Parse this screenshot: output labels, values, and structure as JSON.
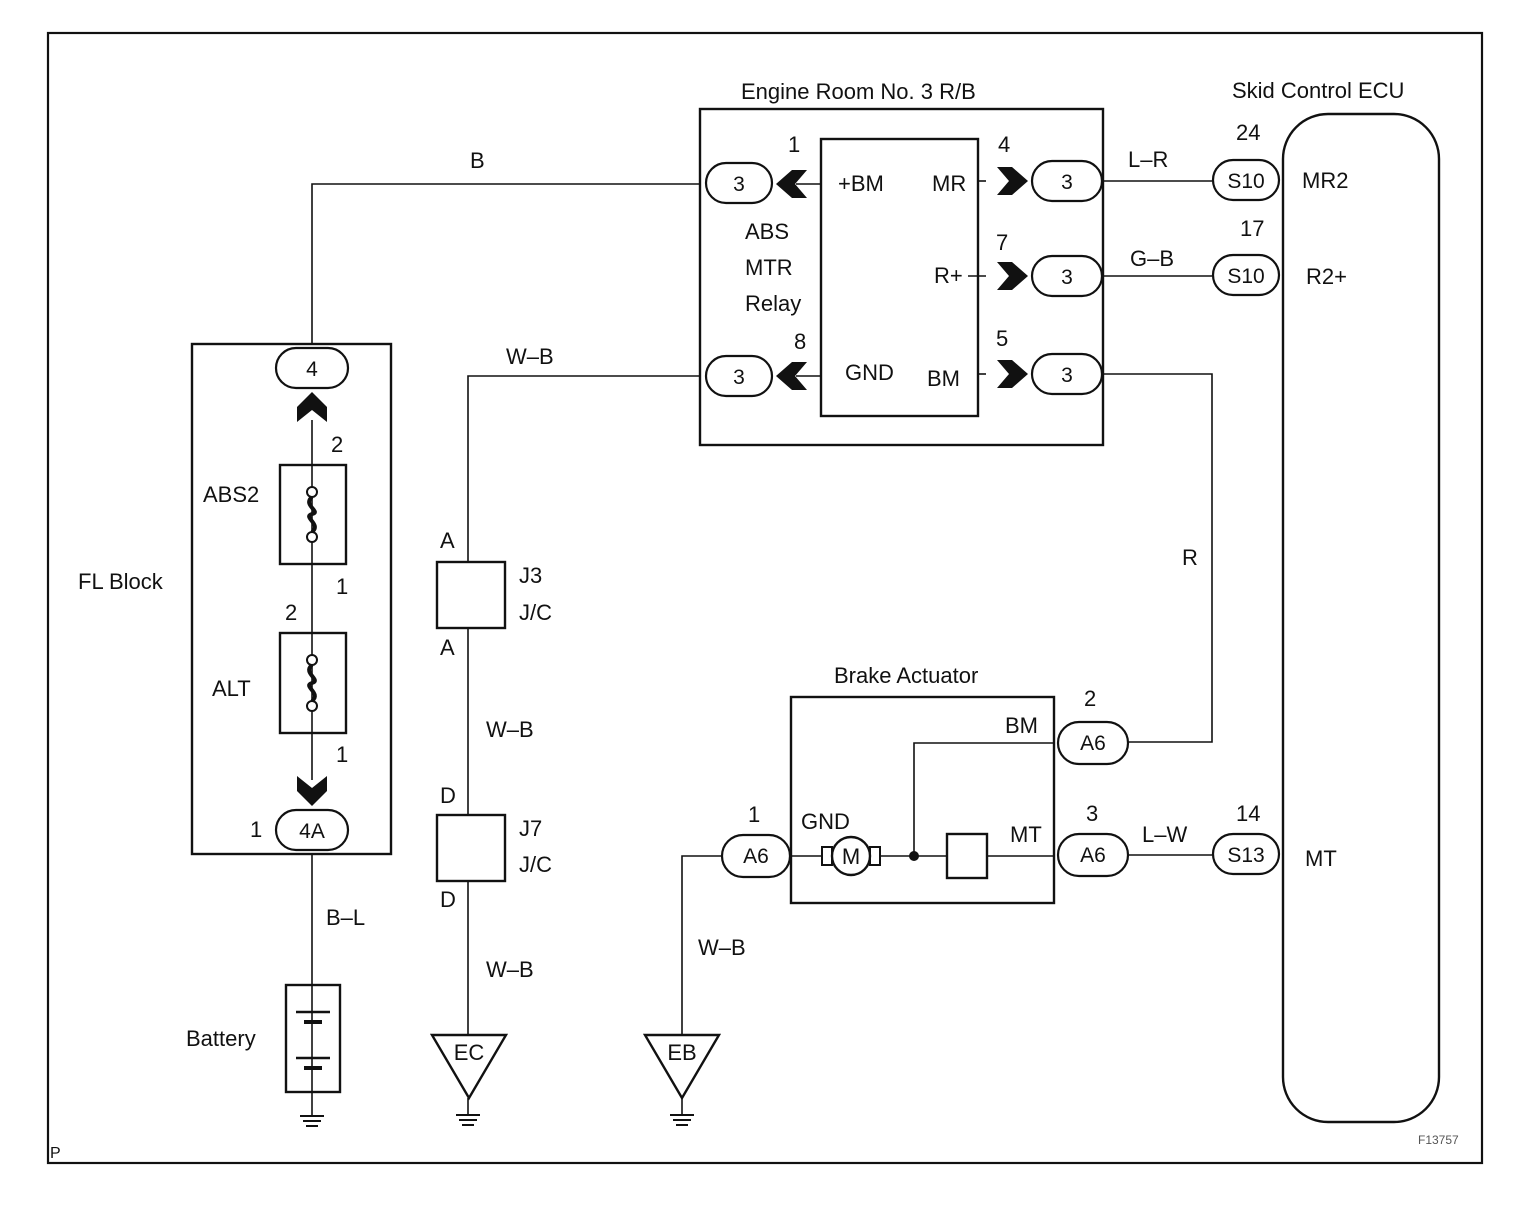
{
  "diagram": {
    "figure_id": "F13757",
    "corner_mark": "P",
    "components": {
      "engine_room_rb": {
        "title": "Engine Room No. 3 R/B",
        "relay_label": [
          "ABS",
          "MTR",
          "Relay"
        ],
        "relay_pins": {
          "plus_bm": "+BM",
          "mr": "MR",
          "r_plus": "R+",
          "gnd": "GND",
          "bm": "BM"
        },
        "pin_numbers": {
          "p1": "1",
          "p4": "4",
          "p7": "7",
          "p8": "8",
          "p5": "5"
        },
        "connector": "3"
      },
      "skid_ecu": {
        "title": "Skid Control ECU",
        "terminals": [
          {
            "pin": "24",
            "connector": "S10",
            "name": "MR2",
            "wire": "L–R"
          },
          {
            "pin": "17",
            "connector": "S10",
            "name": "R2+",
            "wire": "G–B"
          },
          {
            "pin": "14",
            "connector": "S13",
            "name": "MT",
            "wire": "L–W"
          }
        ]
      },
      "fl_block": {
        "title": "FL Block",
        "top_connector": "4",
        "bottom_connector": "4A",
        "bottom_pin": "1",
        "fuses": [
          {
            "name": "ABS2",
            "pin_top": "2",
            "pin_bottom": "1"
          },
          {
            "name": "ALT",
            "pin_top": "2",
            "pin_bottom": "1"
          }
        ]
      },
      "battery": {
        "label": "Battery"
      },
      "junctions": [
        {
          "name": "J3",
          "type": "J/C",
          "pin": "A"
        },
        {
          "name": "J7",
          "type": "J/C",
          "pin": "D"
        }
      ],
      "brake_actuator": {
        "title": "Brake Actuator",
        "connector": "A6",
        "terminals": {
          "bm": "BM",
          "gnd": "GND",
          "mt": "MT"
        },
        "pins": {
          "bm": "2",
          "gnd": "1",
          "mt": "3"
        },
        "motor": "M"
      },
      "grounds": [
        "EC",
        "EB"
      ]
    },
    "wires": {
      "b": "B",
      "wb": "W–B",
      "r": "R",
      "bl": "B–L"
    }
  }
}
